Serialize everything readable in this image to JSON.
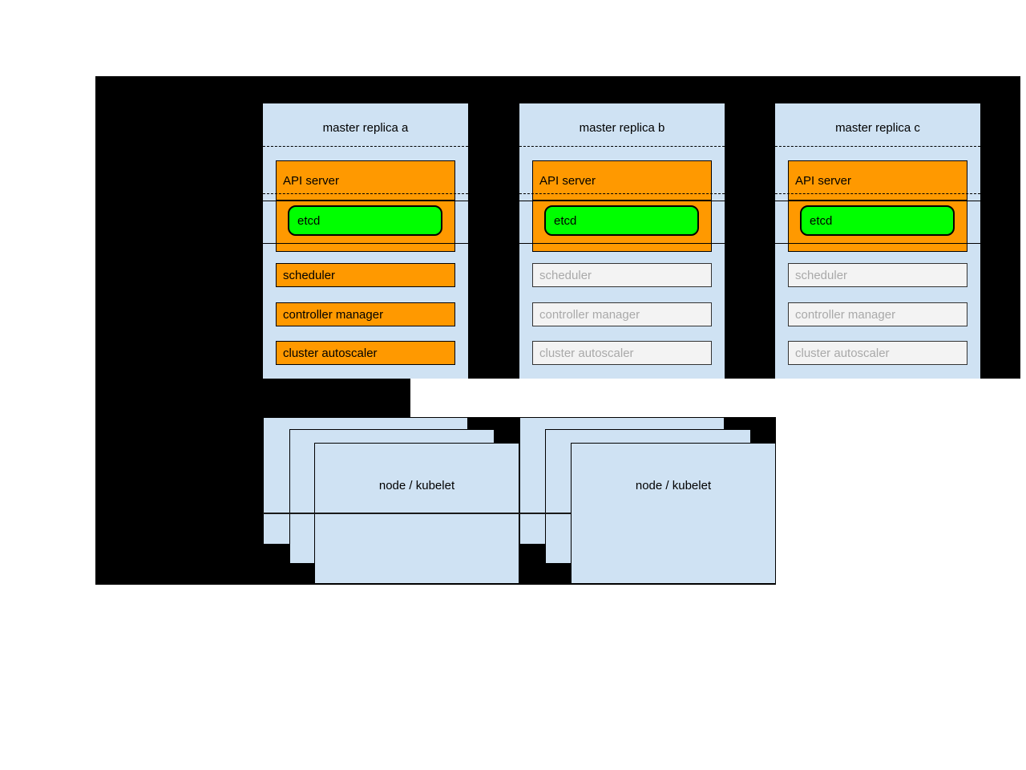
{
  "masters": [
    {
      "title": "master replica a",
      "dimmed_components": false
    },
    {
      "title": "master replica b",
      "dimmed_components": true
    },
    {
      "title": "master replica c",
      "dimmed_components": true
    }
  ],
  "labels": {
    "api_server": "API server",
    "etcd": "etcd",
    "scheduler": "scheduler",
    "controller_manager": "controller manager",
    "cluster_autoscaler": "cluster autoscaler"
  },
  "nodes": [
    {
      "label": "node / kubelet"
    },
    {
      "label": "node / kubelet"
    }
  ],
  "colors": {
    "bg_black": "#000000",
    "panel_blue": "#cfe2f3",
    "active_orange": "#ff9900",
    "etcd_green": "#00ff00",
    "inactive_fill": "#f3f3f3",
    "inactive_text": "#a9a9a9",
    "inactive_border": "#333333",
    "line_dark": "#1a1a1a"
  }
}
